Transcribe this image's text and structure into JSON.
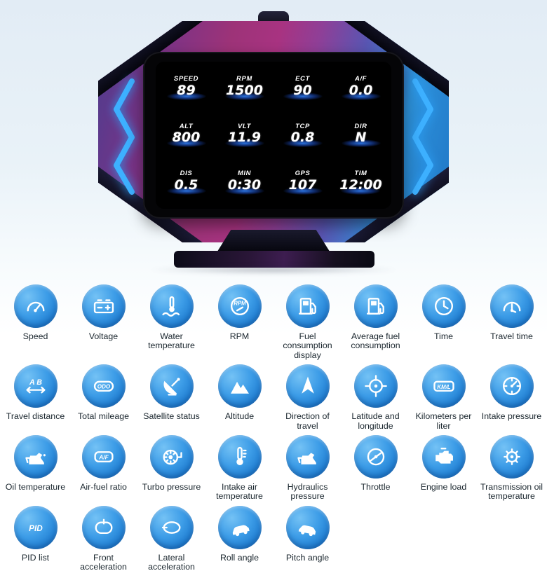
{
  "device": {
    "accent_blue": "#3db0ff",
    "body_magenta": "#a83381",
    "screen_glow_blue": "#2d78eb",
    "screen_rows": [
      [
        {
          "label": "SPEED",
          "value": "89"
        },
        {
          "label": "RPM",
          "value": "1500"
        },
        {
          "label": "ECT",
          "value": "90"
        },
        {
          "label": "A/F",
          "value": "0.0"
        }
      ],
      [
        {
          "label": "ALT",
          "value": "800"
        },
        {
          "label": "VLT",
          "value": "11.9"
        },
        {
          "label": "TCP",
          "value": "0.8"
        },
        {
          "label": "DIR",
          "value": "N"
        }
      ],
      [
        {
          "label": "DIS",
          "value": "0.5"
        },
        {
          "label": "MIN",
          "value": "0:30"
        },
        {
          "label": "GPS",
          "value": "107"
        },
        {
          "label": "TIM",
          "value": "12:00"
        }
      ]
    ]
  },
  "features": [
    {
      "label": "Speed",
      "icon": "speedometer-icon"
    },
    {
      "label": "Voltage",
      "icon": "battery-icon"
    },
    {
      "label": "Water temperature",
      "icon": "water-temperature-icon"
    },
    {
      "label": "RPM",
      "icon": "rpm-gauge-icon",
      "badge": "RPM"
    },
    {
      "label": "Fuel consumption display",
      "icon": "fuel-pump-icon"
    },
    {
      "label": "Average fuel consumption",
      "icon": "average-fuel-pump-icon"
    },
    {
      "label": "Time",
      "icon": "clock-icon"
    },
    {
      "label": "Travel time",
      "icon": "travel-time-gauge-icon"
    },
    {
      "label": "Travel distance",
      "icon": "ab-distance-icon",
      "badge": "A B"
    },
    {
      "label": "Total mileage",
      "icon": "odometer-icon",
      "badge": "ODO"
    },
    {
      "label": "Satellite status",
      "icon": "satellite-dish-icon"
    },
    {
      "label": "Altitude",
      "icon": "mountain-icon"
    },
    {
      "label": "Direction of travel",
      "icon": "navigation-arrow-icon"
    },
    {
      "label": "Latitude and longitude",
      "icon": "crosshair-icon"
    },
    {
      "label": "Kilometers per liter",
      "icon": "kml-badge-icon",
      "badge": "KM/L"
    },
    {
      "label": "Intake pressure",
      "icon": "pressure-gauge-icon"
    },
    {
      "label": "Oil temperature",
      "icon": "oil-temperature-icon"
    },
    {
      "label": "Air-fuel ratio",
      "icon": "af-badge-icon",
      "badge": "A/F"
    },
    {
      "label": "Turbo pressure",
      "icon": "turbo-icon"
    },
    {
      "label": "Intake air temperature",
      "icon": "thermometer-icon"
    },
    {
      "label": "Hydraulics pressure",
      "icon": "oil-can-icon"
    },
    {
      "label": "Throttle",
      "icon": "throttle-icon"
    },
    {
      "label": "Engine load",
      "icon": "engine-icon"
    },
    {
      "label": "Transmission oil temperature",
      "icon": "gear-thermometer-icon"
    },
    {
      "label": "PID list",
      "icon": "pid-badge-icon",
      "badge": "PID"
    },
    {
      "label": "Front acceleration",
      "icon": "front-acceleration-icon"
    },
    {
      "label": "Lateral acceleration",
      "icon": "lateral-acceleration-icon"
    },
    {
      "label": "Roll angle",
      "icon": "roll-angle-car-icon"
    },
    {
      "label": "Pitch angle",
      "icon": "pitch-angle-car-icon"
    }
  ]
}
